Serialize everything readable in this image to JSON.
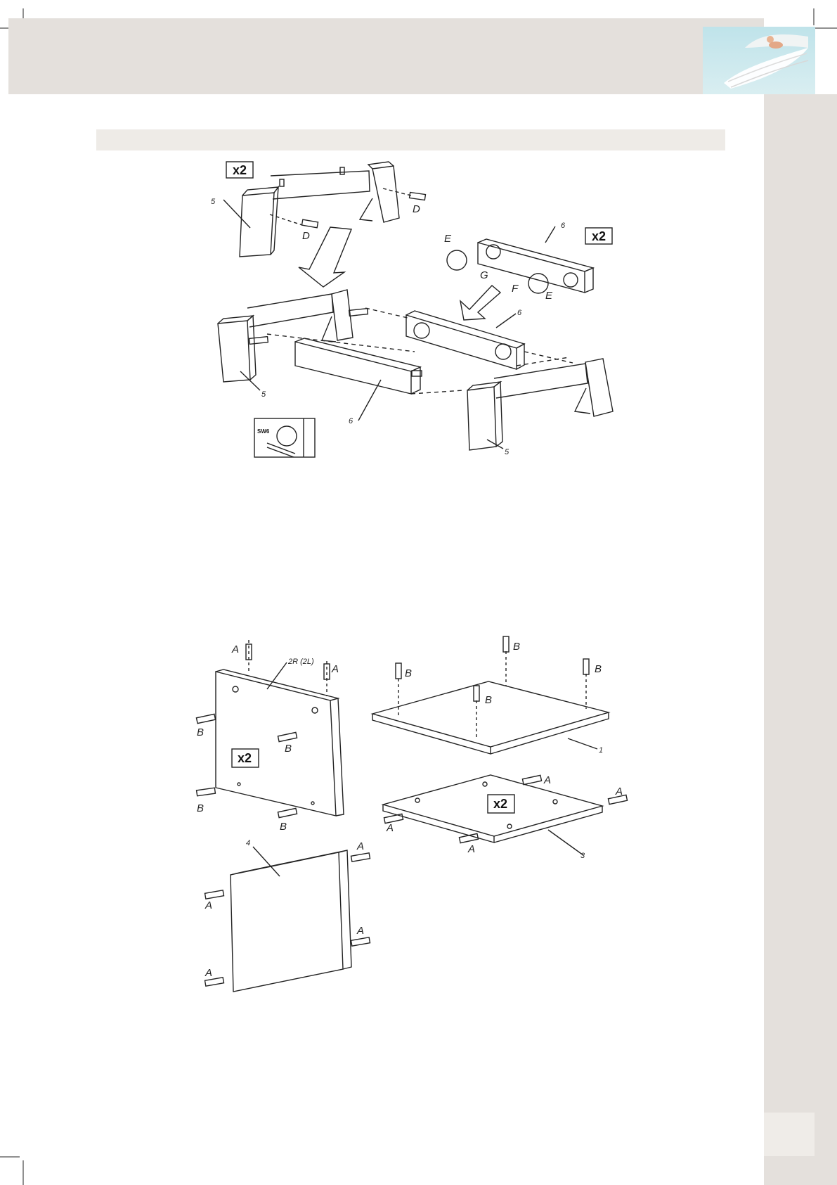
{
  "figure1": {
    "qty_legs": "x2",
    "qty_rails": "x2",
    "labels": {
      "part5": "5",
      "part6": "6",
      "d": "D",
      "e": "E",
      "f": "F",
      "g": "G"
    },
    "inset_label": "SW6"
  },
  "figure2": {
    "qty_side": "x2",
    "qty_bottom": "x2",
    "labels": {
      "part1": "1",
      "part2": "2R (2L)",
      "part3": "3",
      "part4": "4",
      "a": "A",
      "b": "B"
    }
  }
}
